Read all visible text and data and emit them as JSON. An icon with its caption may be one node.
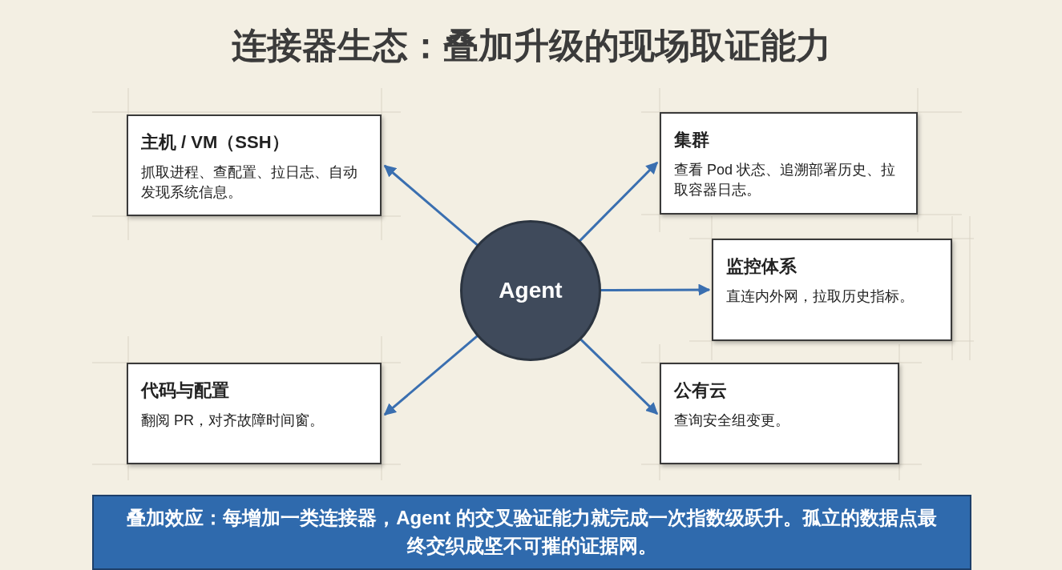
{
  "diagram": {
    "title": "连接器生态：叠加升级的现场取证能力",
    "nodes": [
      {
        "text": [
          "主机 / VM（SSH）",
          "抓取进程、查配置、拉日志、自动发现系统信息。"
        ]
      },
      {
        "text": [
          "集群",
          "查看 Pod 状态、追溯部署历史、拉取容器日志。"
        ]
      },
      {
        "text": [
          "Agent"
        ]
      },
      {
        "text": [
          "监控体系",
          "直连内外网，拉取历史指标。"
        ]
      },
      {
        "text": [
          "代码与配置",
          "翻阅 PR，对齐故障时间窗。"
        ]
      },
      {
        "text": [
          "公有云",
          "查询安全组变更。"
        ]
      },
      {
        "text": [
          "叠加效应：每增加一类连接器，Agent 的交叉验证能力就完成一次指数级跃升。孤立的数据点最终交织成坚不可摧的证据网。"
        ]
      }
    ],
    "edges": [
      {
        "from": 2,
        "to": 0,
        "arrow": "to"
      },
      {
        "from": 2,
        "to": 1,
        "arrow": "to"
      },
      {
        "from": 2,
        "to": 3,
        "arrow": "to"
      },
      {
        "from": 2,
        "to": 4,
        "arrow": "to"
      },
      {
        "from": 2,
        "to": 5,
        "arrow": "to"
      }
    ]
  }
}
